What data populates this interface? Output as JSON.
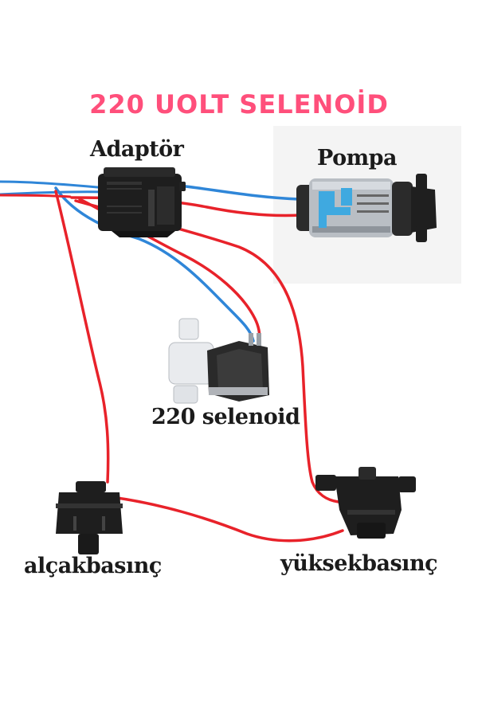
{
  "title": "220 UOLT SELENOİD",
  "labels": {
    "adaptor": "Adaptör",
    "pump": "Pompa",
    "solenoid": "220 selenoid",
    "low_pressure": "alçakbasınç",
    "high_pressure": "yüksekbasınç"
  },
  "colors": {
    "title": "#ff4f7b",
    "wire_red": "#e8222a",
    "wire_blue": "#2f86d8",
    "component_dark": "#1e1e1e",
    "solenoid_body": "#e9ebee"
  },
  "icons": [
    "adaptor-icon",
    "pump-icon",
    "solenoid-valve-icon",
    "low-pressure-switch-icon",
    "high-pressure-switch-icon"
  ]
}
